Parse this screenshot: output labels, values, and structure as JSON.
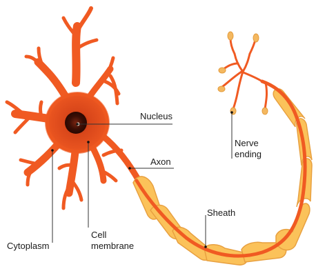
{
  "labels": {
    "nucleus": "Nucleus",
    "axon": "Axon",
    "sheath": "Sheath",
    "nerve_ending_line1": "Nerve",
    "nerve_ending_line2": "ending",
    "cytoplasm": "Cytoplasm",
    "cell_membrane_line1": "Cell",
    "cell_membrane_line2": "membrane"
  },
  "colors": {
    "cell_body": "#f05a22",
    "cell_body_dark": "#c8400f",
    "nucleus": "#3a0e05",
    "axon": "#f05a22",
    "sheath": "#fbc25a",
    "sheath_edge": "#e8a040",
    "terminal_knob": "#f4b860",
    "leader_line": "#333333"
  }
}
